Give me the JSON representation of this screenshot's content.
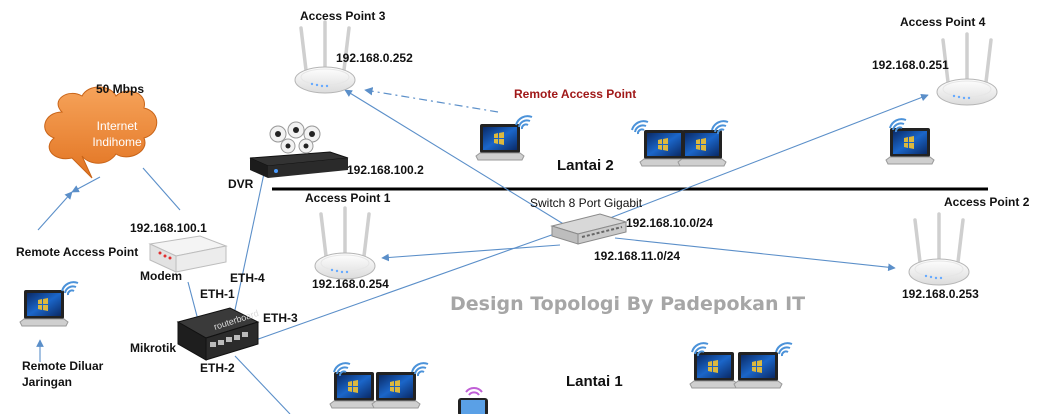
{
  "labels": {
    "speed": "50 Mbps",
    "cloud_line1": "Internet",
    "cloud_line2": "Indihome",
    "modem_ip": "192.168.100.1",
    "modem": "Modem",
    "remote_ap_left": "Remote Access Point",
    "remote_outside_1": "Remote Diluar",
    "remote_outside_2": "Jaringan",
    "mikrotik": "Mikrotik",
    "eth1": "ETH-1",
    "eth2": "ETH-2",
    "eth3": "ETH-3",
    "eth4": "ETH-4",
    "dvr": "DVR",
    "dvr_ip": "192.168.100.2",
    "ap3": "Access Point 3",
    "ap3_ip": "192.168.0.252",
    "ap4": "Access Point 4",
    "ap4_ip": "192.168.0.251",
    "ap1": "Access Point 1",
    "ap1_ip": "192.168.0.254",
    "ap2": "Access Point 2",
    "ap2_ip": "192.168.0.253",
    "remote_ap_top": "Remote Access Point",
    "floor2": "Lantai 2",
    "floor1": "Lantai 1",
    "switch": "Switch 8 Port Gigabit",
    "subnet_10": "192.168.10.0/24",
    "subnet_11": "192.168.11.0/24",
    "watermark": "Design Topologi By Padepokan IT"
  },
  "colors": {
    "link": "#5b8fc9",
    "cloud": "#f08a3a",
    "floor_line": "#000000",
    "red_label": "#a01818",
    "watermark": "#a6a6a6"
  },
  "icons": [
    "cloud-icon",
    "modem-icon",
    "router-icon",
    "dvr-icon",
    "camera-icon",
    "switch-icon",
    "access-point-icon",
    "laptop-icon",
    "wifi-icon",
    "smartphone-icon"
  ]
}
